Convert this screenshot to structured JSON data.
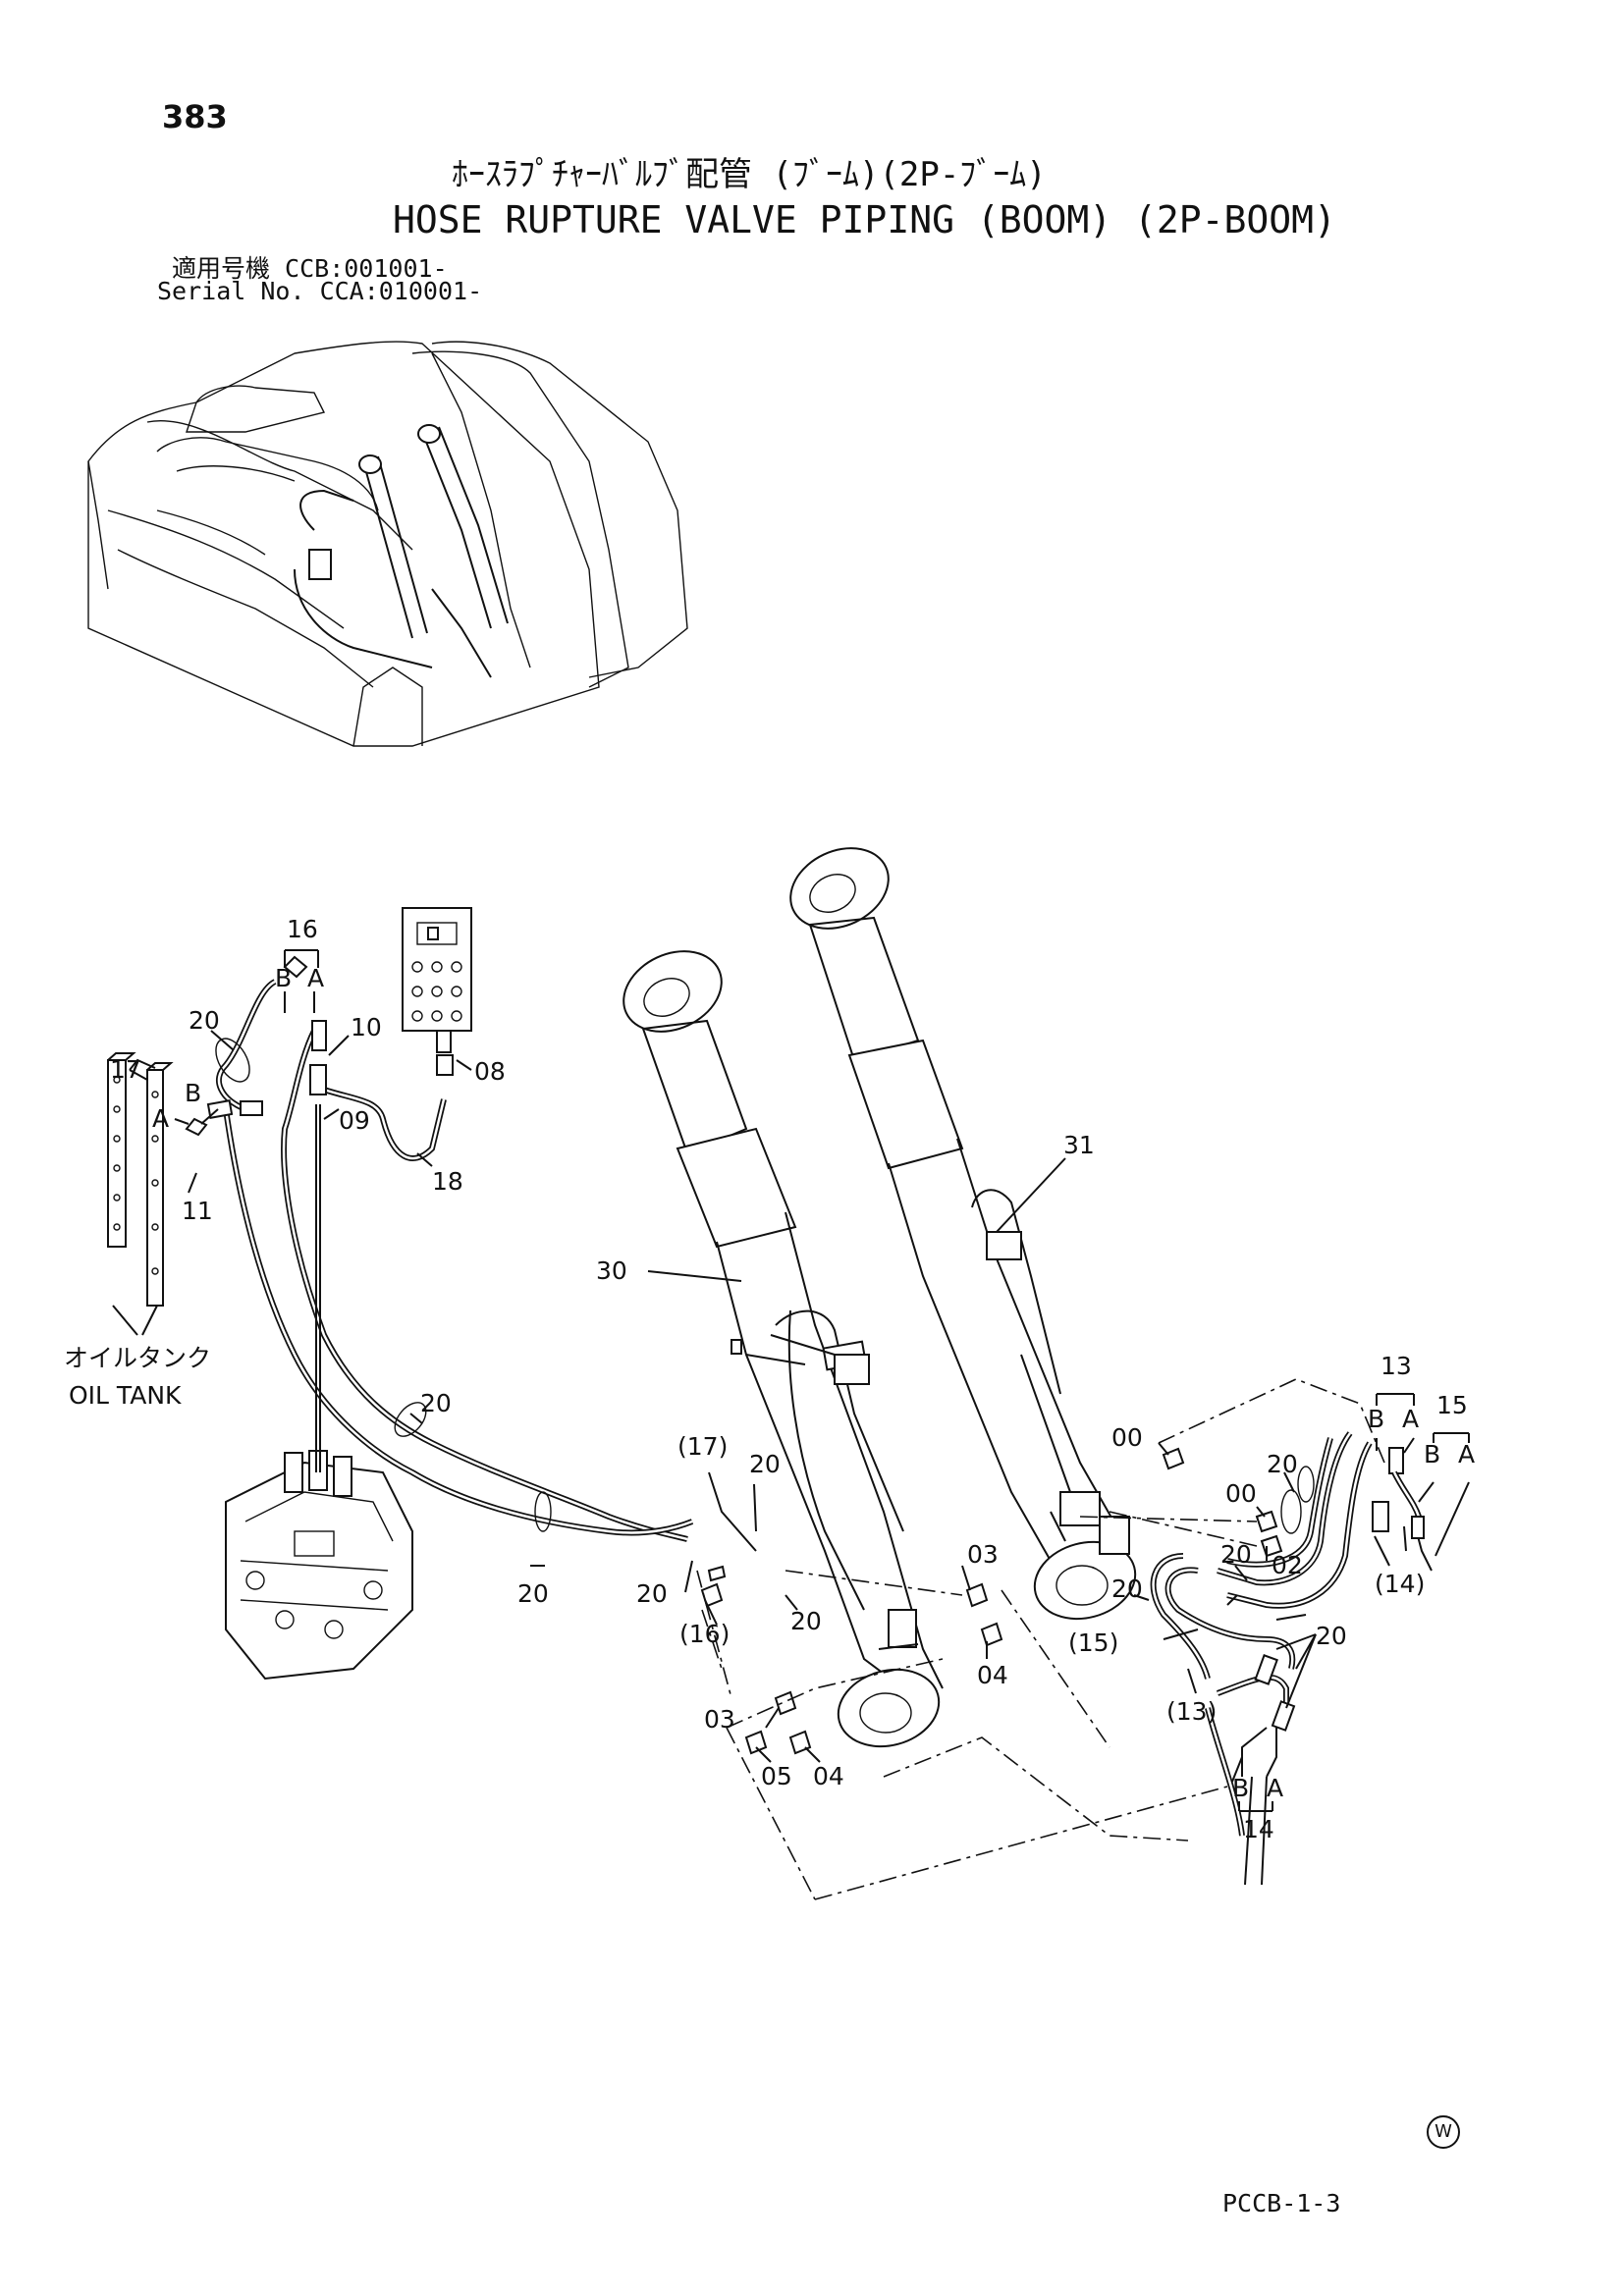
{
  "header": {
    "page_number": "383",
    "title_jp": "ﾎｰｽﾗﾌﾟﾁｬｰﾊﾞﾙﾌﾞ配管 (ﾌﾞｰﾑ)(2P-ﾌﾞｰﾑ)",
    "title_en": "HOSE RUPTURE VALVE PIPING (BOOM) (2P-BOOM)",
    "serial_jp": "適用号機 CCB:001001-",
    "serial_en": "Serial No. CCA:010001-"
  },
  "footer": {
    "mark": "W",
    "doc_code": "PCCB-1-3"
  },
  "callouts": {
    "c16_top": "16",
    "c16_B": "B",
    "c16_A": "A",
    "c20_a": "20",
    "c10": "10",
    "c08": "08",
    "c17": "17",
    "c17_B": "B",
    "c17_A": "A",
    "c09": "09",
    "c18": "18",
    "c11": "11",
    "oil_tank_jp": "オイルタンク",
    "oil_tank_en": "OIL TANK",
    "c31": "31",
    "c30": "30",
    "c20_b": "20",
    "c20_c": "20",
    "c17p": "(17)",
    "c20_d": "20",
    "c20_e": "20",
    "c16p": "(16)",
    "c20_f": "20",
    "c03_a": "03",
    "c04_a": "04",
    "c03_b": "03",
    "c05": "05",
    "c04_b": "04",
    "c00_a": "00",
    "c00_b": "00",
    "c02": "02",
    "c13_top": "13",
    "c13_B": "B",
    "c13_A": "A",
    "c15_top": "15",
    "c15_B": "B",
    "c15_A": "A",
    "c20_g": "20",
    "c20_h": "20",
    "c20_i": "20",
    "c20_j": "20",
    "c14p": "(14)",
    "c15p": "(15)",
    "c13p": "(13)",
    "c14_B": "B",
    "c14_A": "A",
    "c14_bottom": "14"
  }
}
